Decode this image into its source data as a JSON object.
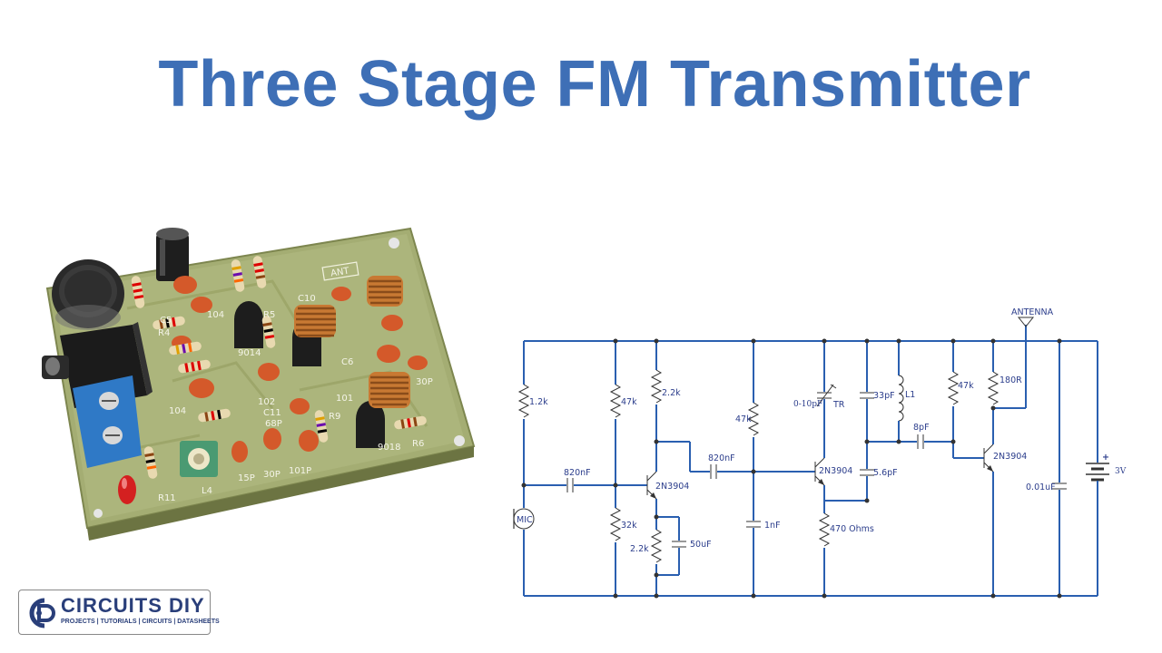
{
  "page": {
    "title": "Three Stage FM Transmitter"
  },
  "logo": {
    "name": "CIRCUITS DIY",
    "tagline": "PROJECTS | TUTORIALS | CIRCUITS | DATASHEETS"
  },
  "photo": {
    "silkscreen": [
      "ANT",
      "C10",
      "C5",
      "R4",
      "104",
      "9014",
      "9018",
      "102",
      "101",
      "C11",
      "68P",
      "R11",
      "L4",
      "15P",
      "30P",
      "101P",
      "R6",
      "R9",
      "R5",
      "C6",
      "30P",
      "104"
    ]
  },
  "schematic": {
    "labels": {
      "antenna": "ANTENNA",
      "r1": "1.2k",
      "mic": "MIC",
      "c1": "820nF",
      "r2": "47k",
      "r3": "32k",
      "r4": "2.2k",
      "q1": "2N3904",
      "r5": "2.2k",
      "c2": "50uF",
      "c3": "820nF",
      "r6": "47k",
      "c4": "1nF",
      "trimmer": "0-10pF",
      "tr": "TR",
      "q2": "2N3904",
      "r7": "470 Ohms",
      "c5": "33pF",
      "l1": "L1",
      "c6": "5.6pF",
      "c7": "8pF",
      "r8": "47k",
      "r9": "180R",
      "q3": "2N3904",
      "c8": "0.01uF",
      "battery_plus": "+",
      "battery": "3V"
    }
  }
}
